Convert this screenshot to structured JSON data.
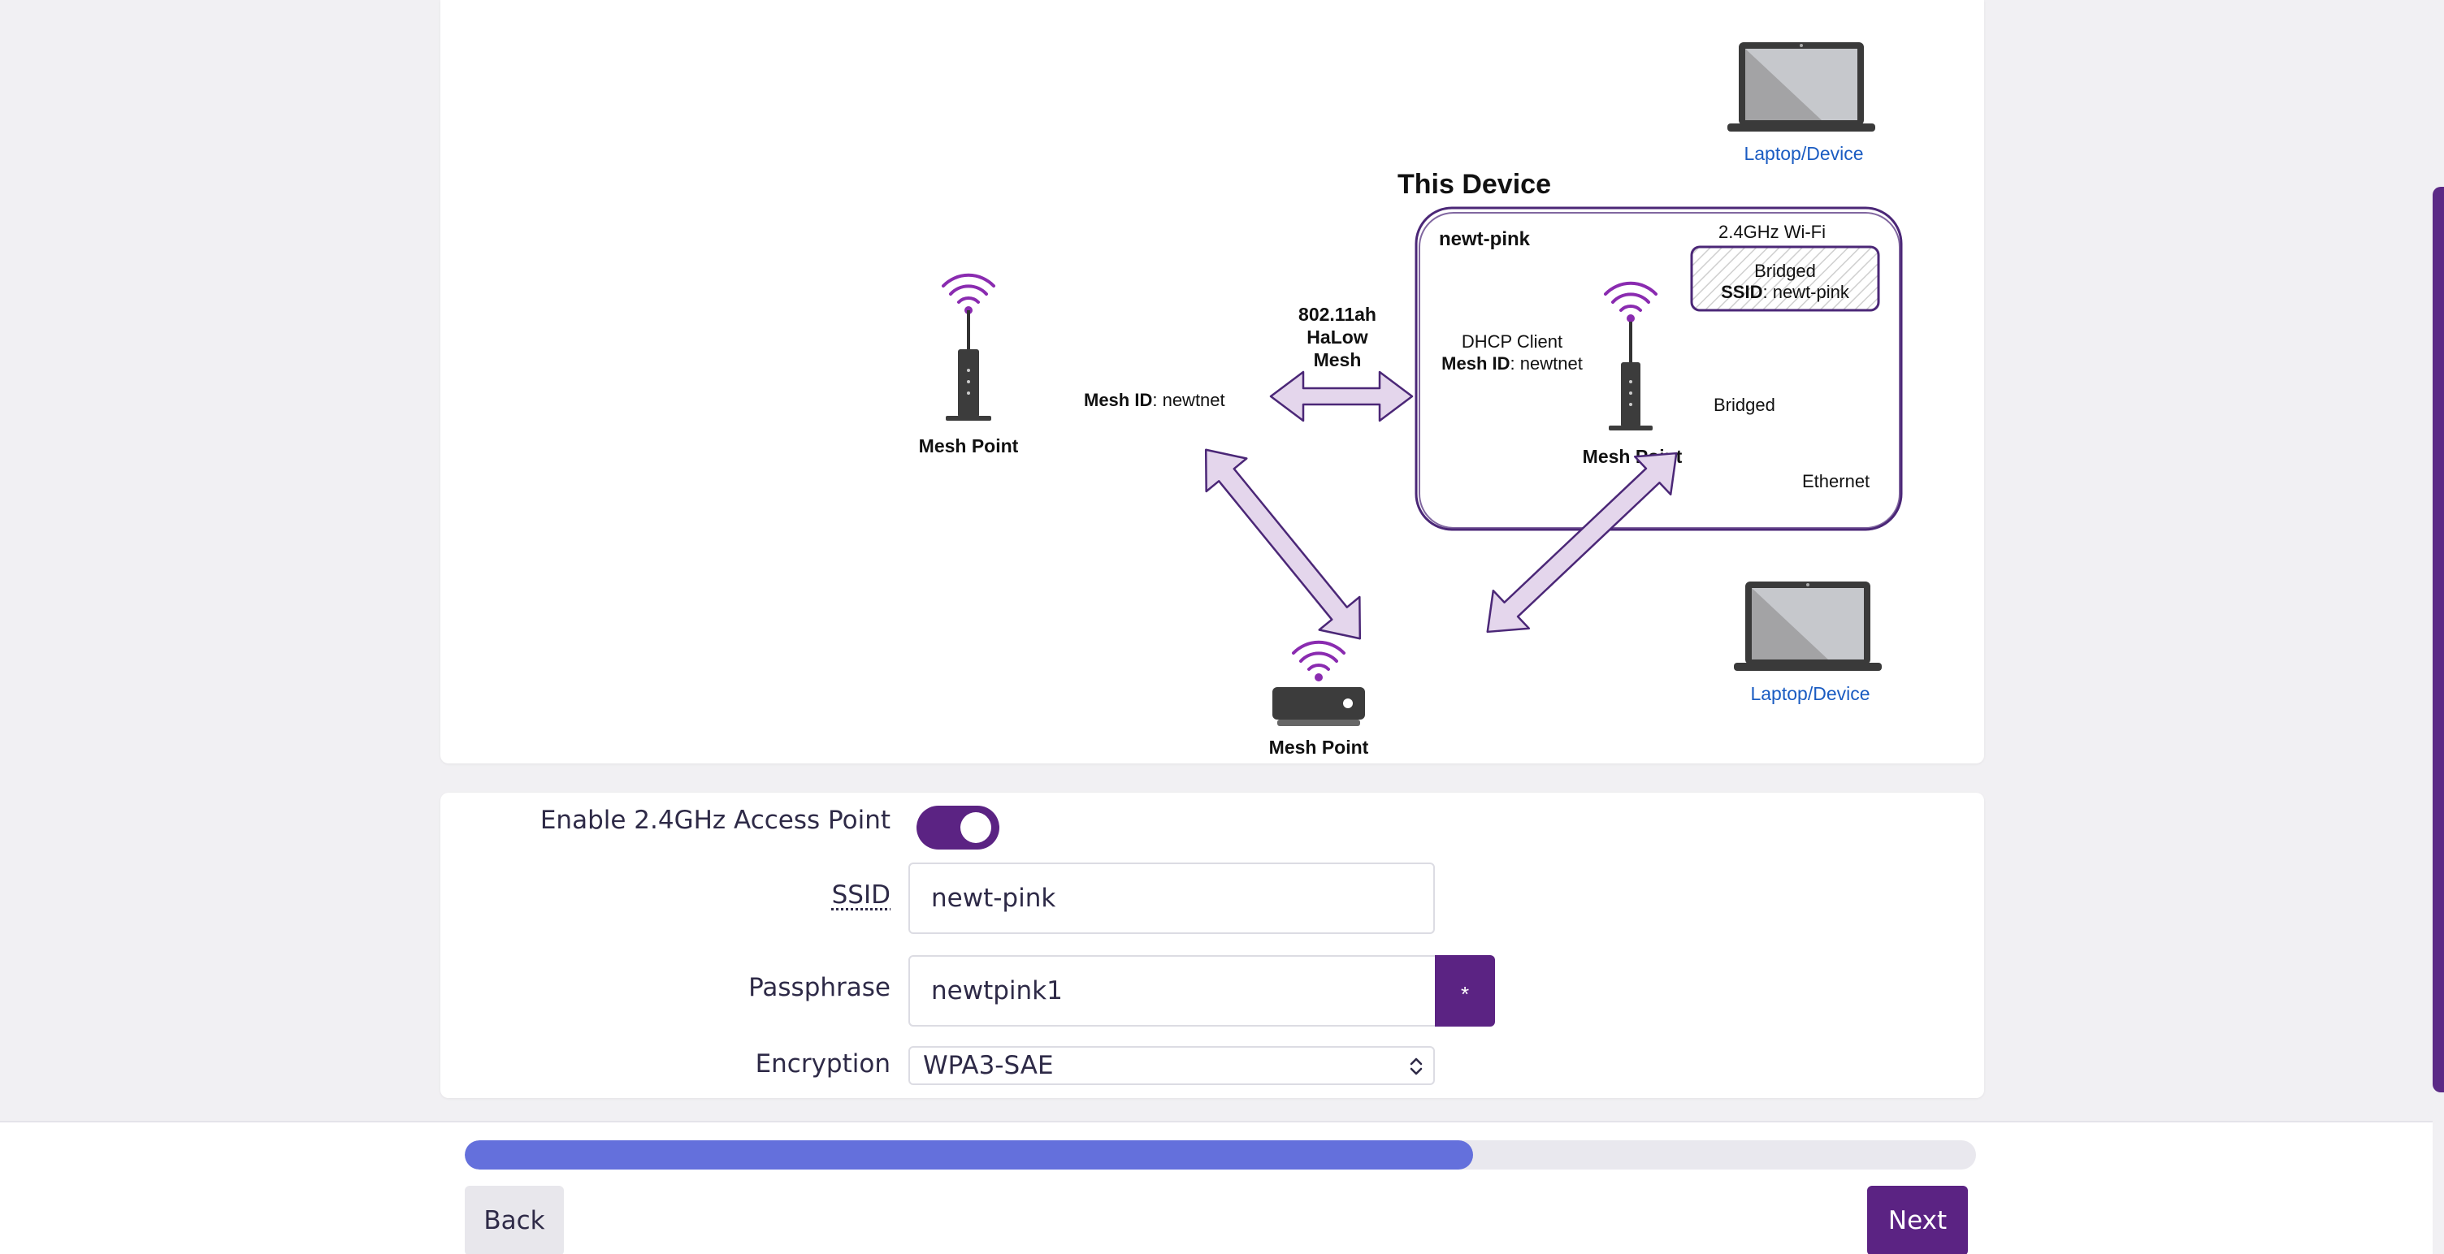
{
  "diagram": {
    "this_device_title": "This Device",
    "device_name": "newt-pink",
    "wifi_label": "2.4GHz Wi-Fi",
    "bridged_ap_label": "Bridged",
    "ssid_key": "SSID",
    "ssid_value": ": newt-pink",
    "dhcp_client": "DHCP Client",
    "mesh_id_key": "Mesh ID",
    "mesh_id_value": ": newtnet",
    "bridged_label": "Bridged",
    "ethernet_label": "Ethernet",
    "halow_line1": "802.11ah",
    "halow_line2": "HaLow",
    "halow_line3": "Mesh",
    "mesh_point_label": "Mesh Point",
    "laptop_label": "Laptop/Device"
  },
  "form": {
    "enable_ap_label": "Enable 2.4GHz Access Point",
    "enable_ap_on": true,
    "ssid_label": "SSID",
    "ssid_value": "newt-pink",
    "passphrase_label": "Passphrase",
    "passphrase_value": "newtpink1",
    "reveal_glyph": "*",
    "encryption_label": "Encryption",
    "encryption_value": "WPA3-SAE"
  },
  "footer": {
    "progress": 0.667,
    "back_label": "Back",
    "next_label": "Next"
  },
  "colors": {
    "accent": "#5b2383",
    "progress": "#6470dc",
    "arrow_fill": "#e4d6ec",
    "link": "#1b5cc2"
  }
}
